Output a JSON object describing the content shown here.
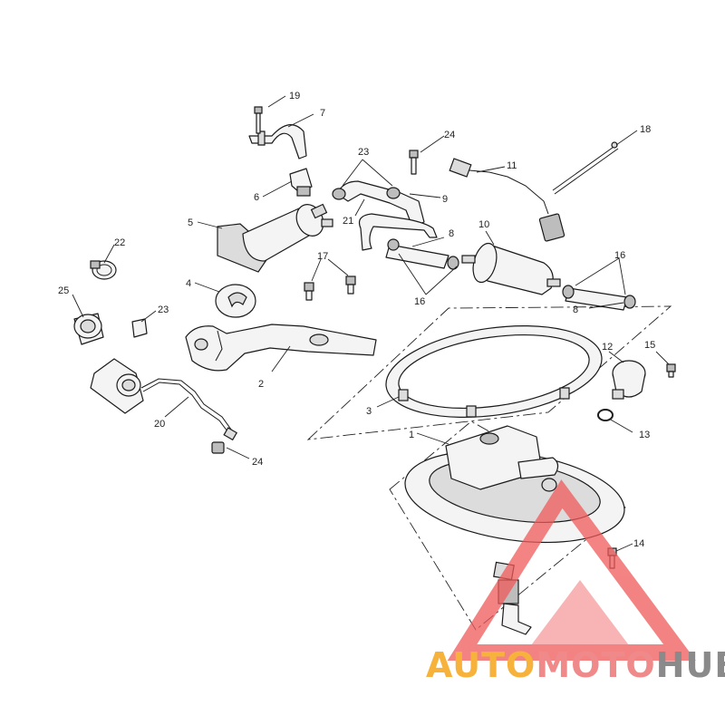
{
  "labels": {
    "l1": "1",
    "l2": "2",
    "l3": "3",
    "l4": "4",
    "l5": "5",
    "l6": "6",
    "l7": "7",
    "l8a": "8",
    "l8b": "8",
    "l9": "9",
    "l10": "10",
    "l11": "11",
    "l12": "12",
    "l13": "13",
    "l14": "14",
    "l15": "15",
    "l16a": "16",
    "l16b": "16",
    "l17": "17",
    "l18": "18",
    "l19": "19",
    "l20": "20",
    "l21": "21",
    "l22": "22",
    "l23a": "23",
    "l23b": "23",
    "l24a": "24",
    "l24b": "24",
    "l25": "25"
  },
  "watermark": {
    "part1": "AUTO",
    "part2": "MOTO",
    "part3": "HUB",
    "color_auto": "#f6b23a",
    "color_moto": "#f08a8a",
    "color_hub": "#8a8a8a",
    "triangle_color": "#f05a5a"
  }
}
